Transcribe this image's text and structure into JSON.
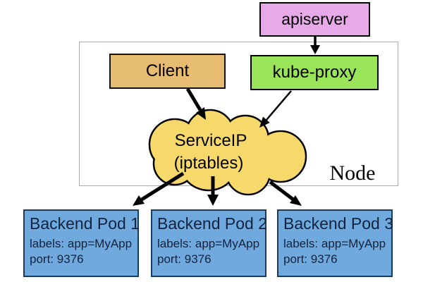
{
  "diagram": {
    "title_context": "Kubernetes service proxy diagram",
    "apiserver": {
      "label": "apiserver"
    },
    "node": {
      "label": "Node"
    },
    "client": {
      "label": "Client"
    },
    "kube_proxy": {
      "label": "kube-proxy"
    },
    "service_cloud": {
      "line1": "ServiceIP",
      "line2": "(iptables)"
    },
    "pods": [
      {
        "title": "Backend Pod 1",
        "labels": "labels: app=MyApp",
        "port": "port: 9376"
      },
      {
        "title": "Backend Pod 2",
        "labels": "labels: app=MyApp",
        "port": "port: 9376"
      },
      {
        "title": "Backend Pod 3",
        "labels": "labels: app=MyApp",
        "port": "port: 9376"
      }
    ],
    "edges": [
      {
        "from": "apiserver",
        "to": "kube-proxy"
      },
      {
        "from": "Client",
        "to": "ServiceIP (iptables)"
      },
      {
        "from": "kube-proxy",
        "to": "ServiceIP (iptables)"
      },
      {
        "from": "ServiceIP (iptables)",
        "to": "Backend Pod 1"
      },
      {
        "from": "ServiceIP (iptables)",
        "to": "Backend Pod 2"
      },
      {
        "from": "ServiceIP (iptables)",
        "to": "Backend Pod 3"
      }
    ]
  },
  "colors": {
    "apiserver_fill": "#e8a9e9",
    "client_fill": "#e6bc73",
    "kube_proxy_fill": "#9ae45a",
    "cloud_fill": "#f7d96b",
    "pod_fill": "#70a9dd",
    "pod_border": "#1b3a60",
    "pod_text": "#12233f",
    "node_border": "#aaaaaa",
    "arrow": "#000000"
  }
}
